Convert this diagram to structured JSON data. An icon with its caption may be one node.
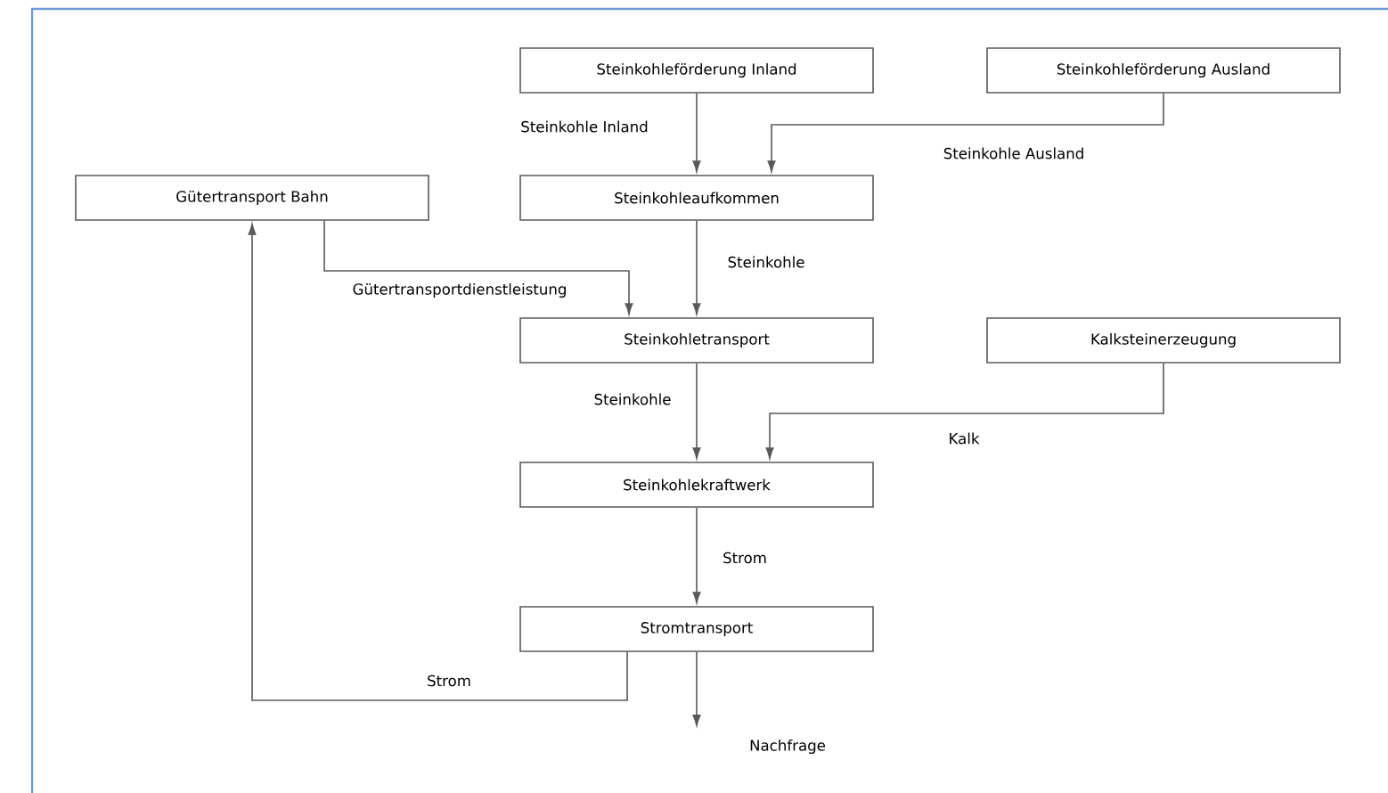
{
  "diagram": {
    "nodes": [
      {
        "text": [
          "Steinkohleförderung Inland"
        ]
      },
      {
        "text": [
          "Steinkohleförderung Ausland"
        ]
      },
      {
        "text": [
          "Gütertransport Bahn"
        ]
      },
      {
        "text": [
          "Steinkohleaufkommen"
        ]
      },
      {
        "text": [
          "Steinkohletransport"
        ]
      },
      {
        "text": [
          "Kalksteinerzeugung"
        ]
      },
      {
        "text": [
          "Steinkohlekraftwerk"
        ]
      },
      {
        "text": [
          "Stromtransport"
        ]
      }
    ],
    "edges": [
      {
        "from": 0,
        "to": 3,
        "arrow": "to",
        "label": "Steinkohle Inland"
      },
      {
        "from": 1,
        "to": 3,
        "arrow": "to",
        "label": "Steinkohle Ausland"
      },
      {
        "from": 3,
        "to": 4,
        "arrow": "to",
        "label": "Steinkohle"
      },
      {
        "from": 2,
        "to": 4,
        "arrow": "to",
        "label": "Gütertransportdienstleistung"
      },
      {
        "from": 4,
        "to": 6,
        "arrow": "to",
        "label": "Steinkohle"
      },
      {
        "from": 5,
        "to": 6,
        "arrow": "to",
        "label": "Kalk"
      },
      {
        "from": 6,
        "to": 7,
        "arrow": "to",
        "label": "Strom"
      },
      {
        "from": 7,
        "to": 2,
        "arrow": "to",
        "label": "Strom"
      },
      {
        "from": 7,
        "to": null,
        "arrow": "to",
        "label": "Nachfrage"
      }
    ]
  }
}
